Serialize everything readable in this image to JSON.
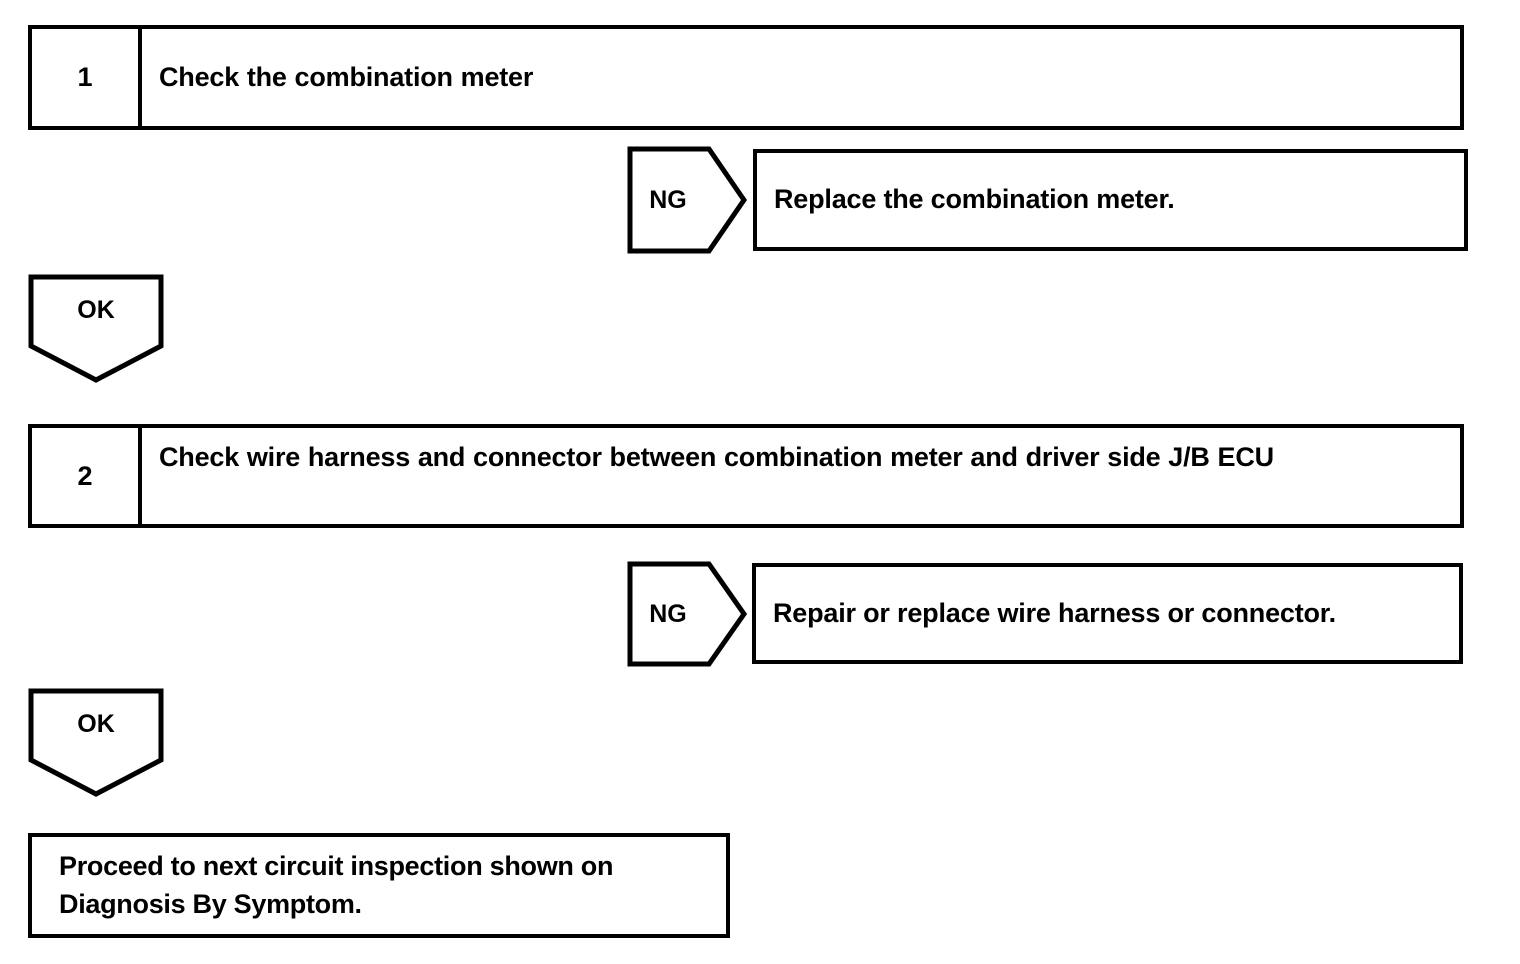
{
  "diagram": {
    "type": "troubleshooting-flowchart",
    "colors": {
      "stroke": "#000000",
      "background": "#ffffff",
      "text": "#000000"
    },
    "steps": [
      {
        "number": "1",
        "title": "Check the combination meter",
        "ng": {
          "label": "NG",
          "action": "Replace the combination meter."
        },
        "ok": {
          "label": "OK"
        }
      },
      {
        "number": "2",
        "title": "Check wire harness and connector between combination meter and driver side J/B ECU",
        "ng": {
          "label": "NG",
          "action": "Repair or replace wire harness or connector."
        },
        "ok": {
          "label": "OK"
        }
      }
    ],
    "terminal": {
      "text": "Proceed to next circuit inspection shown on Diagnosis By Symptom."
    }
  }
}
